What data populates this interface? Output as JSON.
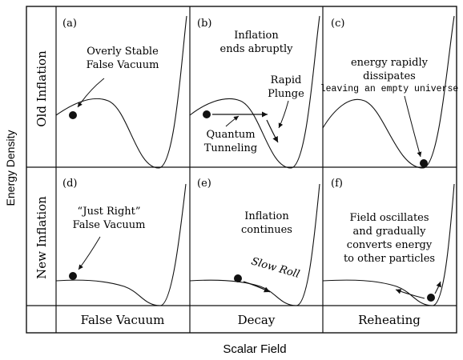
{
  "axes": {
    "y_label": "Energy Density",
    "x_label": "Scalar Field"
  },
  "rows": {
    "top": "Old Inflation",
    "bottom": "New Inflation"
  },
  "columns": [
    "False Vacuum",
    "Decay",
    "Reheating"
  ],
  "panels": {
    "a": {
      "tag": "(a)",
      "lines": [
        "Overly Stable",
        "False Vacuum"
      ]
    },
    "b": {
      "tag": "(b)",
      "lines": [
        "Inflation",
        "ends abruptly"
      ],
      "rapid": [
        "Rapid",
        "Plunge"
      ],
      "tunnel": [
        "Quantum",
        "Tunneling"
      ]
    },
    "c": {
      "tag": "(c)",
      "lines": [
        "energy rapidly",
        "dissipates",
        "leaving an empty universe"
      ]
    },
    "d": {
      "tag": "(d)",
      "lines": [
        "“Just Right”",
        "False Vacuum"
      ]
    },
    "e": {
      "tag": "(e)",
      "lines": [
        "Inflation",
        "continues"
      ],
      "roll": "Slow Roll"
    },
    "f": {
      "tag": "(f)",
      "lines": [
        "Field oscillates",
        "and gradually",
        "converts energy",
        "to other particles"
      ]
    }
  }
}
